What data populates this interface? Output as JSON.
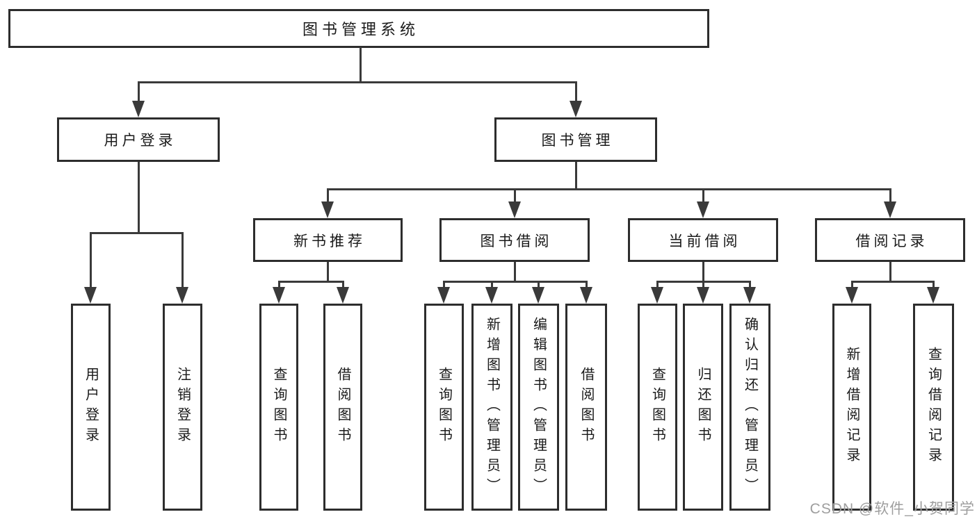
{
  "colors": {
    "line": "#3a3a3a",
    "border": "#2d2d2d",
    "text": "#1a1a1a",
    "watermark": "#9e9e9e",
    "background": "#ffffff"
  },
  "watermark": {
    "text": "CSDN @软件_小贺同学"
  },
  "tree": {
    "label": "图书管理系统",
    "children": [
      {
        "label": "用户登录",
        "children": [
          {
            "label": "用户登录"
          },
          {
            "label": "注销登录"
          }
        ]
      },
      {
        "label": "图书管理",
        "children": [
          {
            "label": "新书推荐",
            "children": [
              {
                "label": "查询图书"
              },
              {
                "label": "借阅图书"
              }
            ]
          },
          {
            "label": "图书借阅",
            "children": [
              {
                "label": "查询图书"
              },
              {
                "label": "新增图书（管理员）"
              },
              {
                "label": "编辑图书（管理员）"
              },
              {
                "label": "借阅图书"
              }
            ]
          },
          {
            "label": "当前借阅",
            "children": [
              {
                "label": "查询图书"
              },
              {
                "label": "归还图书"
              },
              {
                "label": "确认归还（管理员）"
              }
            ]
          },
          {
            "label": "借阅记录",
            "children": [
              {
                "label": "新增借阅记录"
              },
              {
                "label": "查询借阅记录"
              }
            ]
          }
        ]
      }
    ]
  }
}
